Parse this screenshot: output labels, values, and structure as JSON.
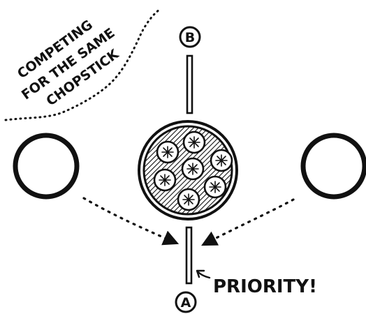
{
  "caption": {
    "line1": "COMPETING",
    "line2": "FOR THE SAME",
    "line3": "CHOPSTICK"
  },
  "labels": {
    "chopstick_top": "B",
    "chopstick_bottom": "A",
    "priority": "PRIORITY!"
  },
  "colors": {
    "ink": "#111111",
    "paper": "#ffffff"
  }
}
